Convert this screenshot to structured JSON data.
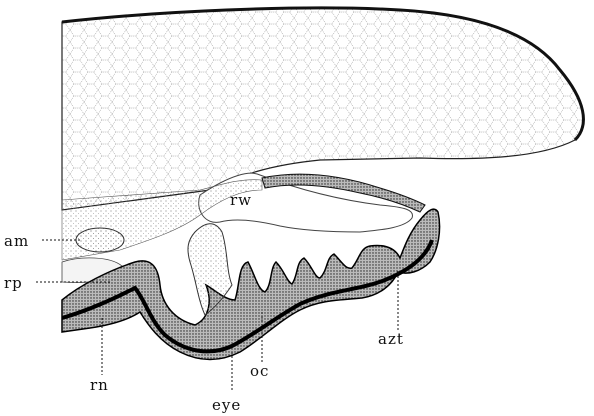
{
  "labels": {
    "am": "am",
    "rp": "rp",
    "rn": "rn",
    "eye": "eye",
    "oc": "oc",
    "azt": "azt",
    "rw": "rw"
  }
}
